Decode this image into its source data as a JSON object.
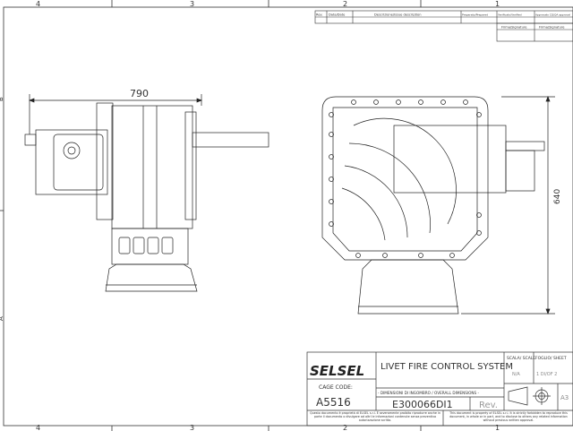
{
  "zones": {
    "columns": [
      "4",
      "3",
      "2",
      "1"
    ],
    "rows": [
      "B",
      "A"
    ]
  },
  "revision_table": {
    "headers": [
      "Rev.",
      "Data/Date",
      "Descrizione/Issue description",
      "Preparato/Prepared",
      "Verificato/Verified",
      "Approvato CQ/QA approval"
    ],
    "signature_labels": [
      "Firma/Signature",
      "Firma/Signature"
    ]
  },
  "dimensions": {
    "width": "790",
    "height": "640"
  },
  "title_block": {
    "logo": "SELSEL",
    "title": "LIVET FIRE CONTROL SYSTEM",
    "subtitle": "- DIMENSIONI DI INGOMBRO / OVERALL DIMENSIONS -",
    "cage_label": "CAGE CODE:",
    "cage_code": "A5516",
    "drawing_number": "E300066DI1",
    "rev_label": "Rev.",
    "scale_label": "SCALA/ SCALE",
    "scale_value": "N/A",
    "sheet_label": "FOGLIO/ SHEET",
    "sheet_value": "1 DI/OF 2",
    "format": "A3",
    "notice_it": "Questo documento è proprietà di ELSEL s.r.l. È severamente proibito riprodurre anche in parte il documento o divulgare ad altri le informazioni contenute senza preventiva autorizzazione scritta.",
    "notice_en": "This document is property of ELSEL s.r.l. It is strictly forbidden to reproduce this document, in whole or in part, and to disclose to others any related information without previous written approval."
  }
}
